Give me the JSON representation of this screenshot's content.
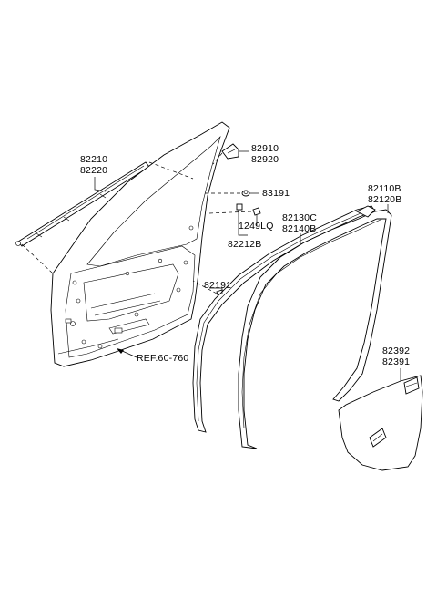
{
  "callouts": {
    "belt_molding": [
      "82210",
      "82220"
    ],
    "bracket": [
      "82910",
      "82920"
    ],
    "plug": "83191",
    "bolt": "1249LQ",
    "retainer": "82212B",
    "retainer_lower": "82191",
    "door_seal": [
      "82130C",
      "82140B"
    ],
    "opening_seal": [
      "82110B",
      "82120B"
    ],
    "film": [
      "82392",
      "82391"
    ],
    "reference": "REF.60-760"
  }
}
